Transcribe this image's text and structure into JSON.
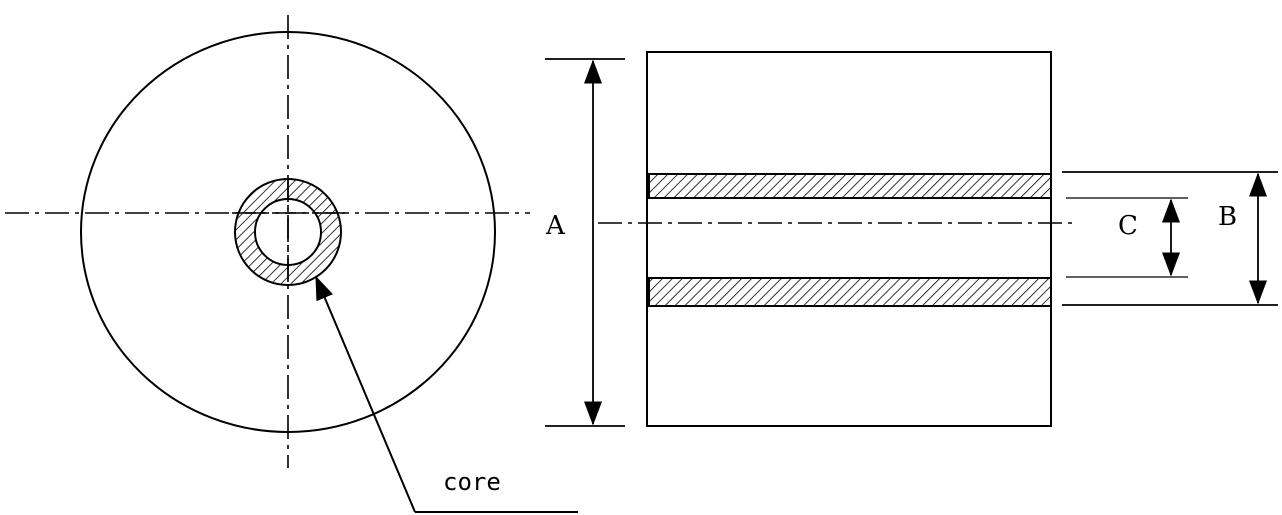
{
  "labels": {
    "outer_diameter": "A",
    "core_outer_diameter": "B",
    "core_inner_diameter": "C",
    "core_callout": "core"
  },
  "colors": {
    "line": "#000000",
    "background": "#ffffff"
  }
}
